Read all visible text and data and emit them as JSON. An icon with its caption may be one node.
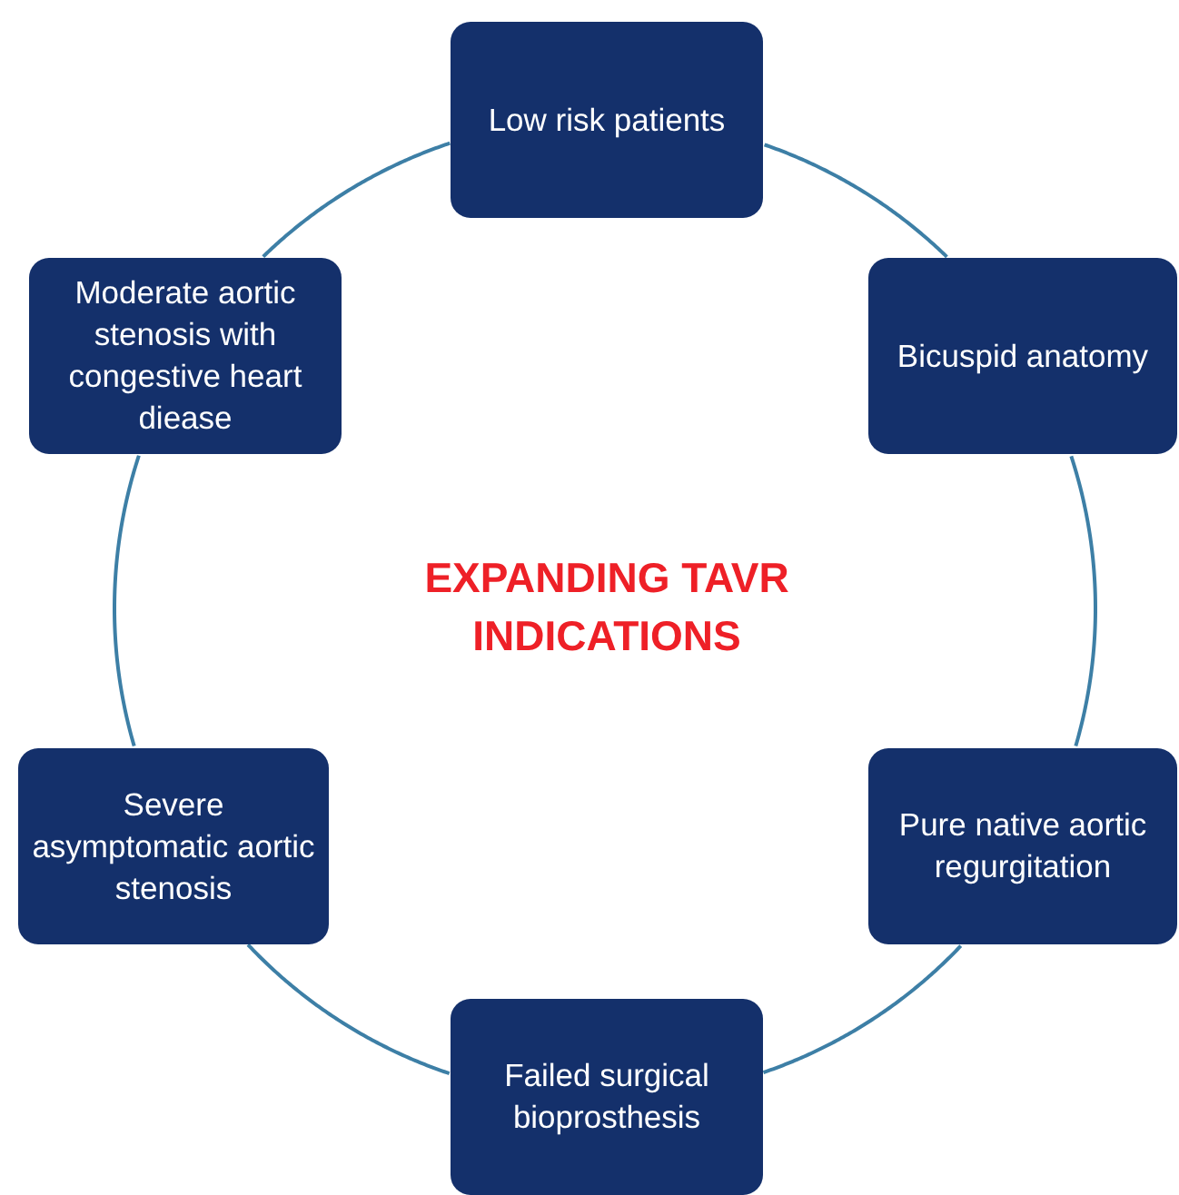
{
  "diagram": {
    "nodes": [
      {
        "text": [
          "Low risk patients"
        ]
      },
      {
        "text": [
          "Bicuspid anatomy"
        ]
      },
      {
        "text": [
          "Pure native aortic regurgitation"
        ]
      },
      {
        "text": [
          "Failed surgical bioprosthesis"
        ]
      },
      {
        "text": [
          "Severe asymptomatic aortic stenosis"
        ]
      },
      {
        "text": [
          "Moderate aortic stenosis with congestive heart diease"
        ]
      }
    ],
    "edges": [
      {
        "from": 0,
        "to": 1,
        "arrow": "none"
      },
      {
        "from": 1,
        "to": 2,
        "arrow": "none"
      },
      {
        "from": 2,
        "to": 3,
        "arrow": "none"
      },
      {
        "from": 3,
        "to": 4,
        "arrow": "none"
      },
      {
        "from": 4,
        "to": 5,
        "arrow": "none"
      },
      {
        "from": 5,
        "to": 0,
        "arrow": "none"
      }
    ],
    "labels": [
      "EXPANDING TAVR INDICATIONS"
    ]
  }
}
